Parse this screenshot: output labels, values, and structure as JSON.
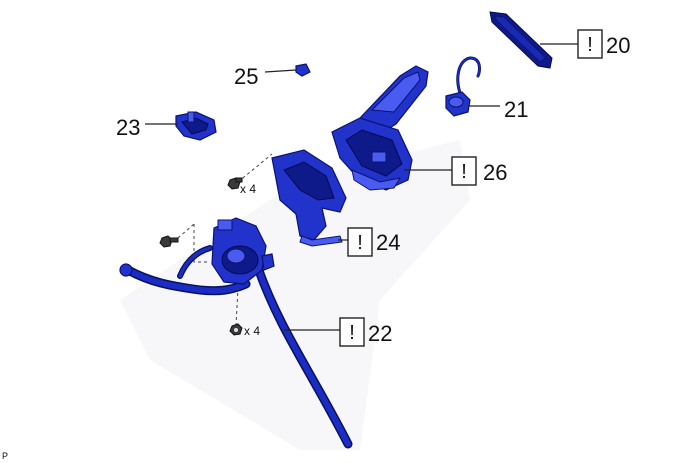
{
  "parts": [
    {
      "id": "part-20",
      "number": "20",
      "warning": "!"
    },
    {
      "id": "part-21",
      "number": "21",
      "warning": ""
    },
    {
      "id": "part-22",
      "number": "22",
      "warning": "!"
    },
    {
      "id": "part-23",
      "number": "23",
      "warning": ""
    },
    {
      "id": "part-24",
      "number": "24",
      "warning": "!"
    },
    {
      "id": "part-25",
      "number": "25",
      "warning": ""
    },
    {
      "id": "part-26",
      "number": "26",
      "warning": "!"
    }
  ],
  "fasteners": {
    "upper_qty": "x 4",
    "lower_qty": "x 4"
  },
  "corner_code": "P",
  "colors": {
    "part_fill": "#2233cc",
    "part_outline": "#0a1270",
    "background": "#ffffff"
  }
}
